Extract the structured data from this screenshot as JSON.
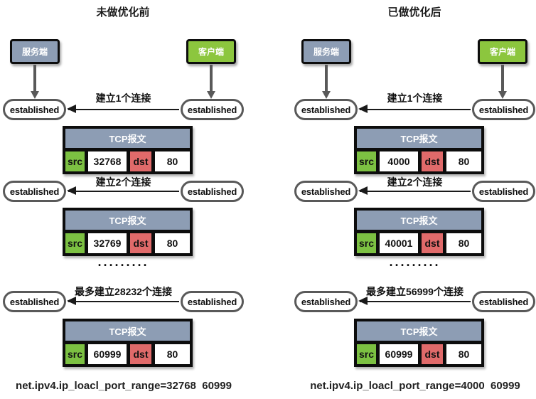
{
  "colors": {
    "server_fill": "#8D9DB4",
    "client_fill": "#8CC63E",
    "src_fill": "#7CC142",
    "dst_fill": "#E06A6A",
    "packet_header_fill": "#8D9DB4",
    "arrow_gray": "#595959",
    "line_black": "#1a1a1a"
  },
  "columns": [
    {
      "title": "未做优化前",
      "server_label": "服务端",
      "client_label": "客户端",
      "established": "established",
      "ellipsis": "·········",
      "footer": "net.ipv4.ip_loacl_port_range=32768  60999",
      "rows": [
        {
          "arrow_label": "建立1个连接",
          "packet_title": "TCP报文",
          "src_label": "src",
          "src_port": "32768",
          "dst_label": "dst",
          "dst_port": "80"
        },
        {
          "arrow_label": "建立2个连接",
          "packet_title": "TCP报文",
          "src_label": "src",
          "src_port": "32769",
          "dst_label": "dst",
          "dst_port": "80"
        },
        {
          "arrow_label": "最多建立28232个连接",
          "packet_title": "TCP报文",
          "src_label": "src",
          "src_port": "60999",
          "dst_label": "dst",
          "dst_port": "80"
        }
      ]
    },
    {
      "title": "已做优化后",
      "server_label": "服务端",
      "client_label": "客户端",
      "established": "established",
      "ellipsis": "·········",
      "footer": "net.ipv4.ip_loacl_port_range=4000  60999",
      "rows": [
        {
          "arrow_label": "建立1个连接",
          "packet_title": "TCP报文",
          "src_label": "src",
          "src_port": "4000",
          "dst_label": "dst",
          "dst_port": "80"
        },
        {
          "arrow_label": "建立2个连接",
          "packet_title": "TCP报文",
          "src_label": "src",
          "src_port": "40001",
          "dst_label": "dst",
          "dst_port": "80"
        },
        {
          "arrow_label": "最多建立56999个连接",
          "packet_title": "TCP报文",
          "src_label": "src",
          "src_port": "60999",
          "dst_label": "dst",
          "dst_port": "80"
        }
      ]
    }
  ]
}
